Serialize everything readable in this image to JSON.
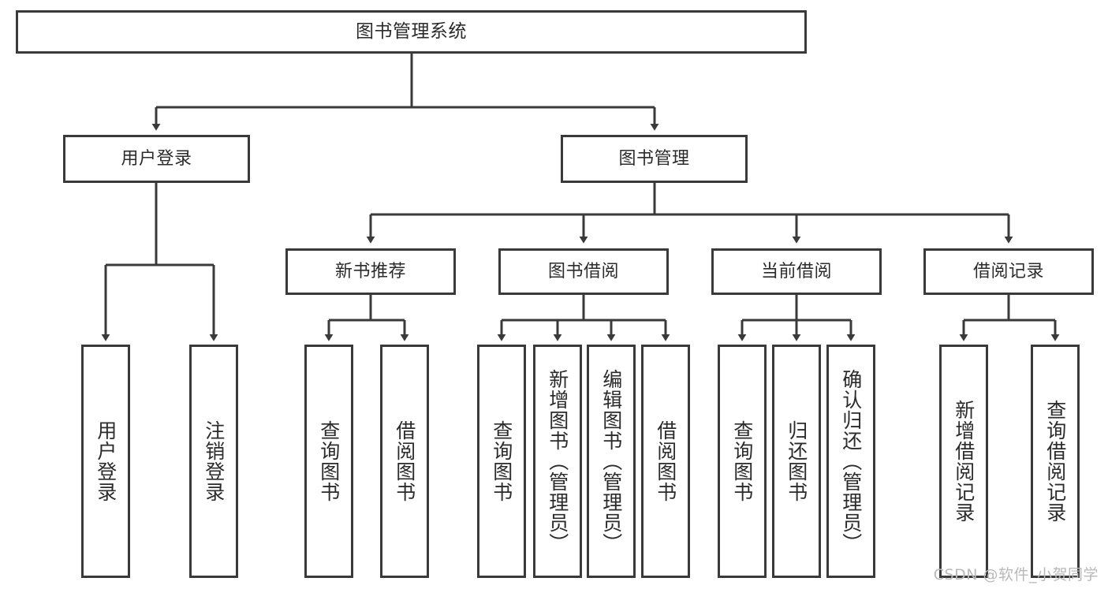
{
  "diagram": {
    "title": "图书管理系统",
    "type": "tree-hierarchy-diagram",
    "watermark": "CSDN @软件_小贺同学",
    "colors": {
      "box_stroke": "#3a3a3a",
      "box_fill": "#ffffff",
      "edge": "#3a3a3a",
      "text": "#2b2b2b",
      "watermark": "#b9b9b9",
      "background": "#ffffff"
    }
  },
  "nodes": {
    "root": {
      "label": "图书管理系统"
    },
    "level2": [
      {
        "id": "user-login",
        "label": "用户登录"
      },
      {
        "id": "book-management",
        "label": "图书管理"
      }
    ],
    "level3": [
      {
        "id": "new-book-recommend",
        "label": "新书推荐"
      },
      {
        "id": "book-borrow",
        "label": "图书借阅"
      },
      {
        "id": "current-borrow",
        "label": "当前借阅"
      },
      {
        "id": "borrow-record",
        "label": "借阅记录"
      }
    ],
    "leaves": {
      "user_login": [
        {
          "id": "leaf-user-login",
          "label": "用户登录"
        },
        {
          "id": "leaf-logout-login",
          "label": "注销登录"
        }
      ],
      "new_book_recommend": [
        {
          "id": "leaf-query-book-1",
          "label": "查询图书"
        },
        {
          "id": "leaf-borrow-book-1",
          "label": "借阅图书"
        }
      ],
      "book_borrow": [
        {
          "id": "leaf-query-book-2",
          "label": "查询图书"
        },
        {
          "id": "leaf-add-book",
          "label": "新增图书（管理员）"
        },
        {
          "id": "leaf-edit-book",
          "label": "编辑图书（管理员）"
        },
        {
          "id": "leaf-borrow-book-2",
          "label": "借阅图书"
        }
      ],
      "current_borrow": [
        {
          "id": "leaf-query-book-3",
          "label": "查询图书"
        },
        {
          "id": "leaf-return-book",
          "label": "归还图书"
        },
        {
          "id": "leaf-confirm-return",
          "label": "确认归还（管理员）"
        }
      ],
      "borrow_record": [
        {
          "id": "leaf-add-record",
          "label": "新增借阅记录"
        },
        {
          "id": "leaf-query-record",
          "label": "查询借阅记录"
        }
      ]
    }
  }
}
